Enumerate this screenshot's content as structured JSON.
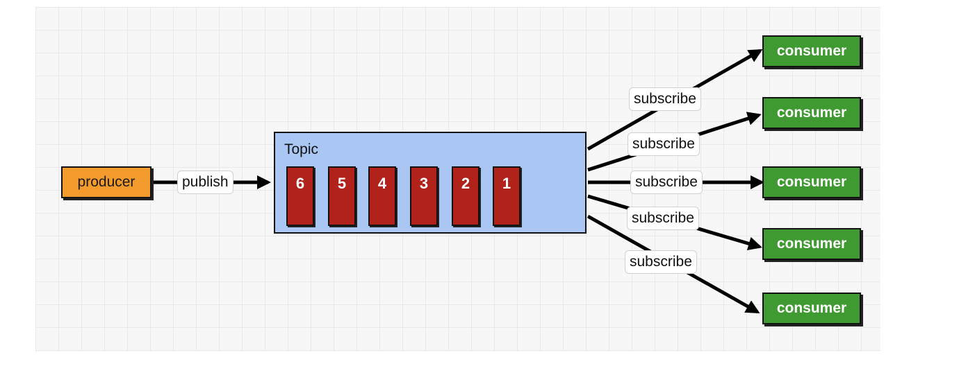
{
  "producer": {
    "label": "producer"
  },
  "edge_publish": {
    "label": "publish"
  },
  "topic": {
    "title": "Topic",
    "messages": [
      "6",
      "5",
      "4",
      "3",
      "2",
      "1"
    ]
  },
  "edges_subscribe": [
    {
      "label": "subscribe"
    },
    {
      "label": "subscribe"
    },
    {
      "label": "subscribe"
    },
    {
      "label": "subscribe"
    },
    {
      "label": "subscribe"
    }
  ],
  "consumers": [
    {
      "label": "consumer"
    },
    {
      "label": "consumer"
    },
    {
      "label": "consumer"
    },
    {
      "label": "consumer"
    },
    {
      "label": "consumer"
    }
  ],
  "colors": {
    "producer": "#f39b2c",
    "topic": "#a9c7f2",
    "message": "#b0221a",
    "consumer": "#3f9a31"
  }
}
